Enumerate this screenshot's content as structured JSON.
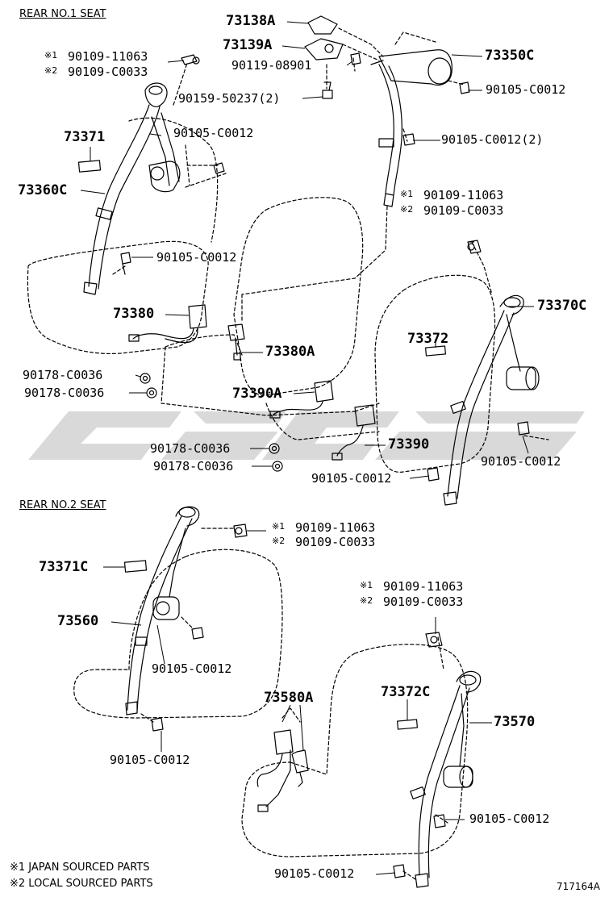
{
  "sections": {
    "rear_no1": "REAR NO.1 SEAT",
    "rear_no2": "REAR NO.2 SEAT"
  },
  "labels": {
    "p73138A": "73138A",
    "p73139A": "73139A",
    "p73350C": "73350C",
    "p90119": "90119-08901",
    "p90159": "90159-50237(2)",
    "p73371": "73371",
    "p73360C": "73360C",
    "p73380": "73380",
    "p73380A": "73380A",
    "p73390A": "73390A",
    "p73390": "73390",
    "p73372": "73372",
    "p73370C": "73370C",
    "p73371C": "73371C",
    "p73560": "73560",
    "p73580A": "73580A",
    "p73372C": "73372C",
    "p73570": "73570",
    "b1_jp": "90109-11063",
    "b1_loc": "90109-C0033",
    "b2_jp": "90109-11063",
    "b2_loc": "90109-C0033",
    "b3_jp": "90109-11063",
    "b3_loc": "90109-C0033",
    "b4_jp": "90109-11063",
    "b4_loc": "90109-C0033",
    "m1": "※1",
    "m2": "※2",
    "c12_a": "90105-C0012",
    "c12_b": "90105-C0012(2)",
    "c12_c": "90105-C0012",
    "c12_d": "90105-C0012",
    "c12_e": "90105-C0012",
    "c12_f": "90105-C0012",
    "c12_g": "90105-C0012",
    "c12_h": "90105-C0012",
    "c12_i": "90105-C0012",
    "c12_j": "90105-C0012",
    "n36_a": "90178-C0036",
    "n36_b": "90178-C0036",
    "n36_c": "90178-C0036",
    "n36_d": "90178-C0036"
  },
  "footnotes": {
    "f1": "※1 JAPAN SOURCED PARTS",
    "f2": "※2 LOCAL SOURCED PARTS"
  },
  "figure_id": "717164A"
}
